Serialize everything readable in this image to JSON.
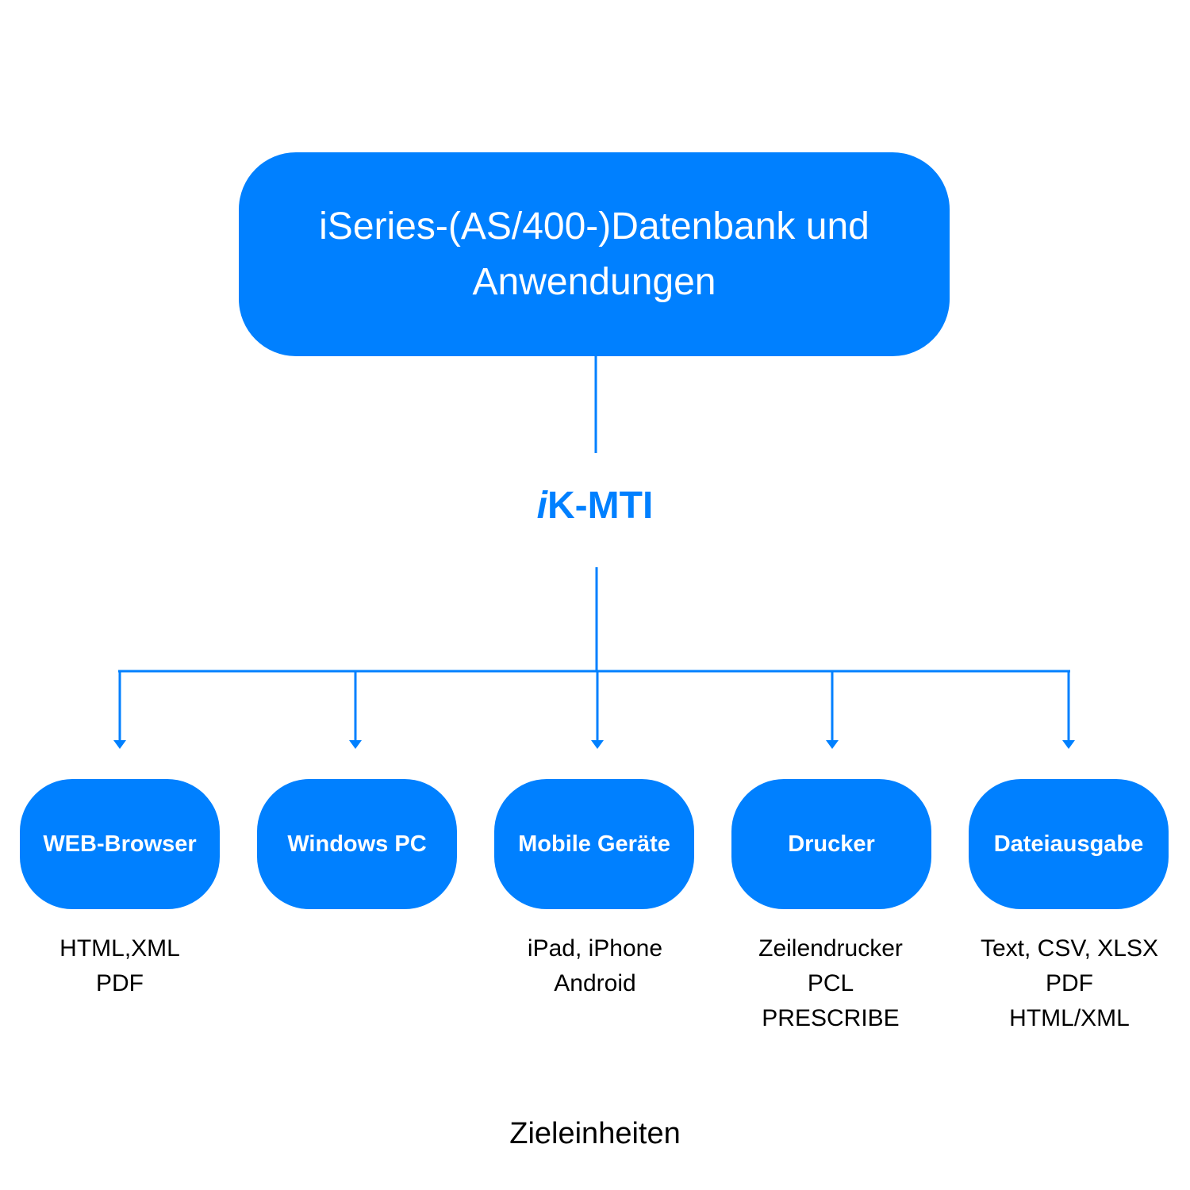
{
  "colors": {
    "accent": "#0080ff",
    "box_text": "#ffffff",
    "body_text": "#000000"
  },
  "source": {
    "lines": [
      "iSeries-(AS/400-)Datenbank und",
      "Anwendungen"
    ]
  },
  "middleware": {
    "prefix": "i",
    "rest": "K-MTI"
  },
  "targets": [
    {
      "label": "WEB-Browser",
      "details": [
        "HTML,XML",
        "PDF"
      ]
    },
    {
      "label": "Windows PC",
      "details": []
    },
    {
      "label": "Mobile Geräte",
      "details": [
        "iPad, iPhone",
        "Android"
      ]
    },
    {
      "label": "Drucker",
      "details": [
        "Zeilendrucker",
        "PCL",
        "PRESCRIBE"
      ]
    },
    {
      "label": "Dateiausgabe",
      "details": [
        "Text, CSV, XLSX",
        "PDF",
        "HTML/XML"
      ]
    }
  ],
  "footer": "Zieleinheiten"
}
